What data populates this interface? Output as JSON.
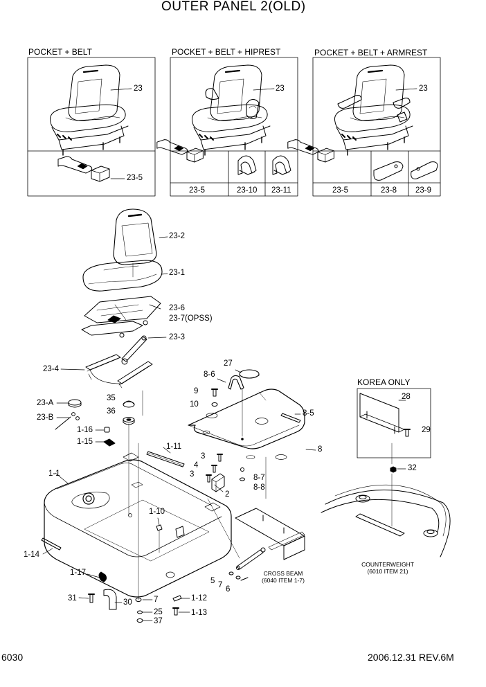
{
  "title": "OUTER PANEL 2(OLD)",
  "variants": [
    {
      "heading": "POCKET + BELT",
      "seat_callout": "23",
      "parts": [
        "23-5"
      ]
    },
    {
      "heading": "POCKET + BELT + HIPREST",
      "seat_callout": "23",
      "parts": [
        "23-5",
        "23-10",
        "23-11"
      ]
    },
    {
      "heading": "POCKET + BELT + ARMREST",
      "seat_callout": "23",
      "parts": [
        "23-5",
        "23-8",
        "23-9"
      ]
    }
  ],
  "main_callouts": [
    "23-2",
    "23-1",
    "23-6",
    "23-7(OPSS)",
    "23-3",
    "23-4",
    "23-A",
    "23-B",
    "35",
    "36",
    "1-16",
    "1-15",
    "1-11",
    "1-1",
    "1-10",
    "1-14",
    "1-17",
    "31",
    "30",
    "7",
    "25",
    "37",
    "1-12",
    "1-13",
    "27",
    "8-6",
    "9",
    "10",
    "8-5",
    "8",
    "3",
    "4",
    "3",
    "8-7",
    "8-8",
    "2",
    "5",
    "7",
    "6"
  ],
  "cross_beam_note": "CROSS BEAM\n(6040 ITEM 1-7)",
  "korea_only": {
    "heading": "KOREA ONLY",
    "callouts": [
      "28",
      "29",
      "32"
    ]
  },
  "counterweight_note": "COUNTERWEIGHT\n(6010 ITEM 21)",
  "page_number": "6030",
  "revision": "2006.12.31 REV.6M"
}
